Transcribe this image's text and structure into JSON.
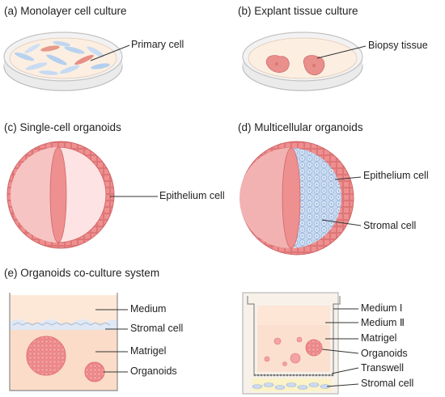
{
  "panels": {
    "a": {
      "title": "(a) Monolayer cell culture",
      "labels": [
        "Primary cell"
      ]
    },
    "b": {
      "title": "(b) Explant tissue culture",
      "labels": [
        "Biopsy tissue"
      ]
    },
    "c": {
      "title": "(c) Single-cell organoids",
      "labels": [
        "Epithelium cell"
      ]
    },
    "d": {
      "title": "(d) Multicellular organoids",
      "labels": [
        "Epithelium cell",
        "Stromal cell"
      ]
    },
    "e": {
      "title": "(e) Organoids co-culture system",
      "left_labels": [
        "Medium",
        "Stromal cell",
        "Matrigel",
        "Organoids"
      ],
      "right_labels": [
        "Medium I",
        "Medium Ⅱ",
        "Matrigel",
        "Organoids",
        "Transwell",
        "Stromal cell"
      ]
    }
  },
  "colors": {
    "epithelium": "#e8767a",
    "epithelium_light": "#f4a9aa",
    "stromal": "#b8cdea",
    "medium": "#fbe3d2",
    "matrigel": "#fbdcc8",
    "dish_edge": "#cfcfcf",
    "tissue": "#e98f8c"
  }
}
